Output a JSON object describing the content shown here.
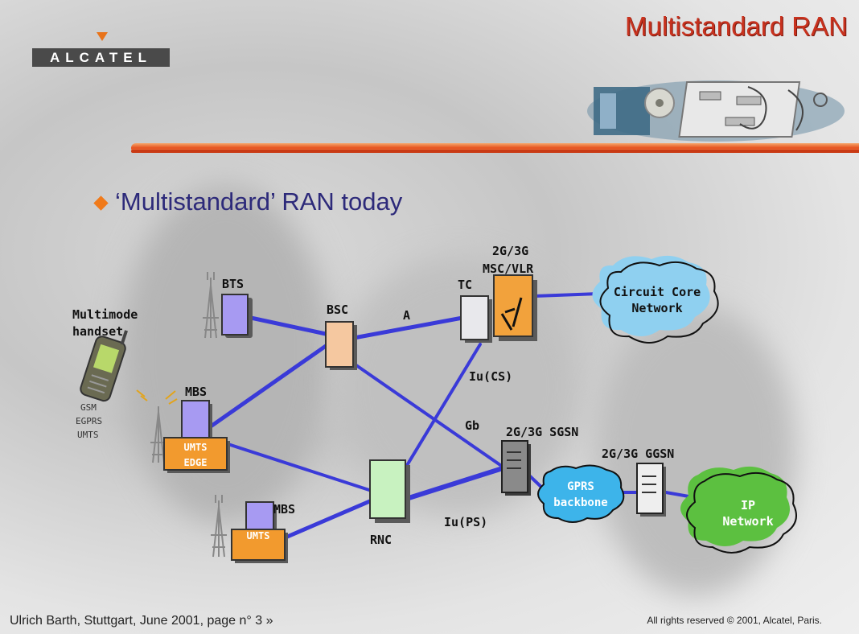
{
  "header": {
    "logo_text": "ALCATEL",
    "title": "Multistandard RAN"
  },
  "slide": {
    "heading": "‘Multistandard’ RAN today"
  },
  "diagram": {
    "labels": {
      "bts": "BTS",
      "bsc": "BSC",
      "tc": "TC",
      "msc_line1": "2G/3G",
      "msc_line2": "MSC/VLR",
      "interface_a": "A",
      "handset_line1": "Multimode",
      "handset_line2": "handset",
      "handset_standards": [
        "GSM",
        "EGPRS",
        "UMTS"
      ],
      "mbs_top": "MBS",
      "mbs_top_box_line1": "UMTS",
      "mbs_top_box_line2": "EDGE",
      "mbs_bottom": "MBS",
      "mbs_bottom_box": "UMTS",
      "rnc": "RNC",
      "iu_cs": "Iu(CS)",
      "gb": "Gb",
      "iu_ps": "Iu(PS)",
      "sgsn": "2G/3G SGSN",
      "ggsn": "2G/3G GGSN"
    },
    "clouds": {
      "circuit_core": [
        "Circuit Core",
        "Network"
      ],
      "gprs": [
        "GPRS",
        "backbone"
      ],
      "ip": [
        "IP",
        "Network"
      ]
    },
    "colors": {
      "bts": "#a79af2",
      "bsc": "#f5c8a0",
      "tc": "#e8e8ec",
      "msc": "#f2a23c",
      "rnc": "#c8f2c0",
      "mbs_box": "#f29a2e",
      "link": "#3a3ad8",
      "circuit_cloud": "#8fd0f0",
      "gprs_cloud": "#3db4ea",
      "ip_cloud": "#5cc040"
    }
  },
  "footer": {
    "left": "Ulrich Barth, Stuttgart, June 2001, page n° 3  »",
    "right": "All rights reserved © 2001,  Alcatel, Paris."
  }
}
